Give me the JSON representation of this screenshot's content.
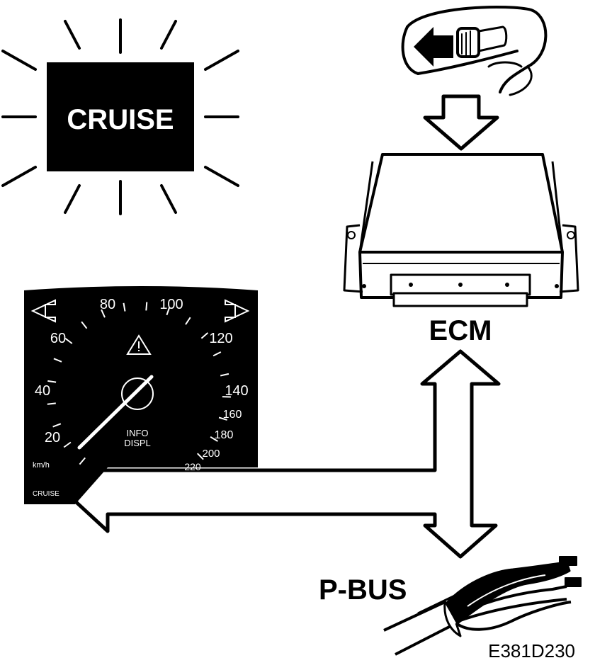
{
  "cruise_lamp": {
    "label": "CRUISE"
  },
  "speedometer": {
    "speed_labels": [
      "20",
      "40",
      "60",
      "80",
      "100",
      "120",
      "140",
      "160",
      "180",
      "200",
      "220"
    ],
    "unit": "km/h",
    "info_line1": "INFO",
    "info_line2": "DISPL",
    "cruise_indicator": "CRUISE"
  },
  "ecm": {
    "label": "ECM"
  },
  "pbus": {
    "label": "P-BUS"
  },
  "figure_code": "E381D230",
  "colors": {
    "ink": "#000000",
    "paper": "#ffffff"
  }
}
